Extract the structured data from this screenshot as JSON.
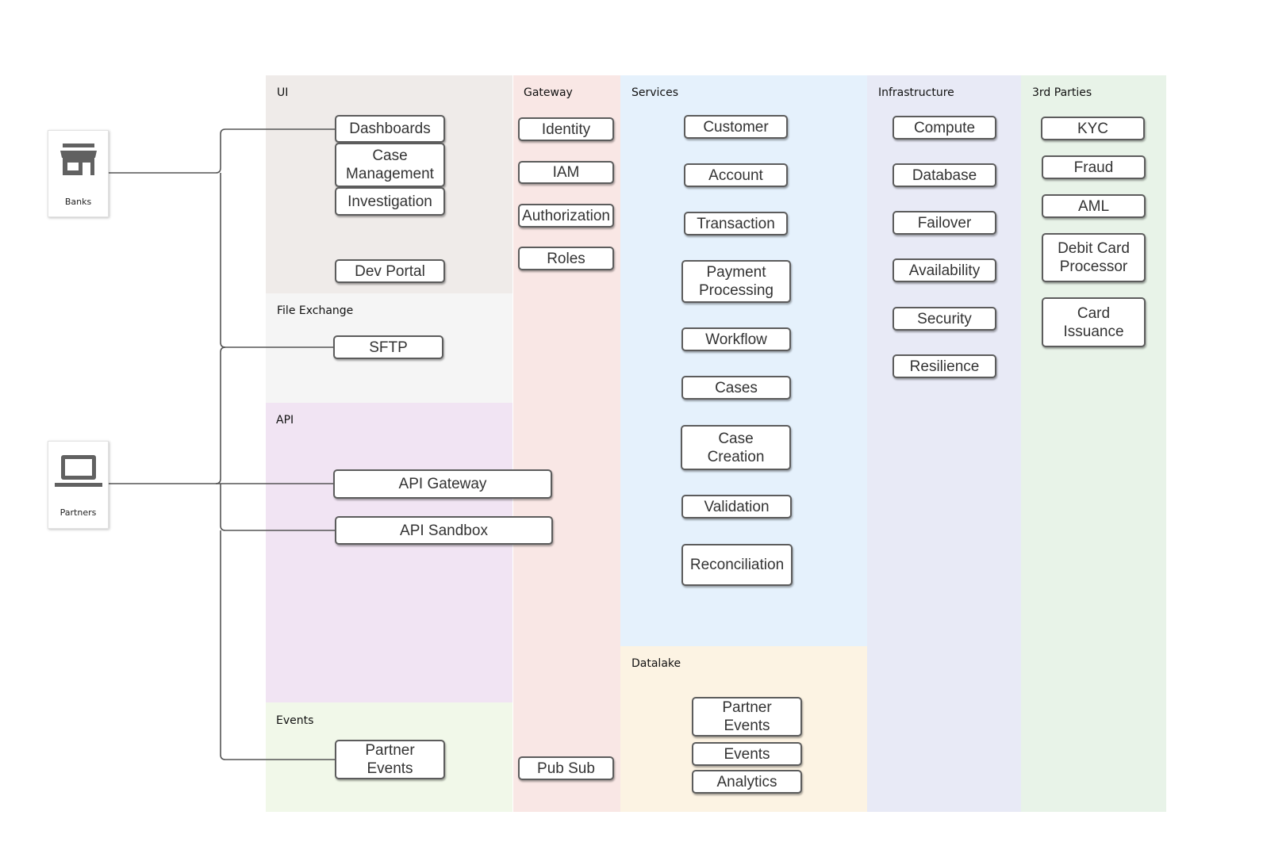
{
  "colors": {
    "ui": "#efebe9",
    "file_exchange": "#f5f5f5",
    "api": "#f1e4f3",
    "events": "#f1f8e9",
    "gateway": "#f9e7e5",
    "services": "#e5f1fc",
    "datalake": "#fcf3e3",
    "infrastructure": "#e8eaf6",
    "third_parties": "#e8f3e8",
    "connector": "#555555",
    "box_border": "#5c5c5c"
  },
  "actors": {
    "banks": {
      "label": "Banks",
      "icon": "storefront-icon"
    },
    "partners": {
      "label": "Partners",
      "icon": "laptop-icon"
    }
  },
  "zones": {
    "ui": {
      "title": "UI",
      "items": [
        "Dashboards",
        "Case\nManagement",
        "Investigation",
        "Dev Portal"
      ]
    },
    "file_exchange": {
      "title": "File Exchange",
      "items": [
        "SFTP"
      ]
    },
    "api": {
      "title": "API",
      "items": [
        "API Gateway",
        "API Sandbox"
      ]
    },
    "events": {
      "title": "Events",
      "items": [
        "Partner\nEvents"
      ]
    },
    "gateway": {
      "title": "Gateway",
      "items": [
        "Identity",
        "IAM",
        "Authorization",
        "Roles",
        "Pub Sub"
      ]
    },
    "services": {
      "title": "Services",
      "items": [
        "Customer",
        "Account",
        "Transaction",
        "Payment\nProcessing",
        "Workflow",
        "Cases",
        "Case\nCreation",
        "Validation",
        "Reconciliation"
      ]
    },
    "datalake": {
      "title": "Datalake",
      "items": [
        "Partner\nEvents",
        "Events",
        "Analytics"
      ]
    },
    "infrastructure": {
      "title": "Infrastructure",
      "items": [
        "Compute",
        "Database",
        "Failover",
        "Availability",
        "Security",
        "Resilience"
      ]
    },
    "third_parties": {
      "title": "3rd Parties",
      "items": [
        "KYC",
        "Fraud",
        "AML",
        "Debit Card\nProcessor",
        "Card\nIssuance"
      ]
    }
  }
}
